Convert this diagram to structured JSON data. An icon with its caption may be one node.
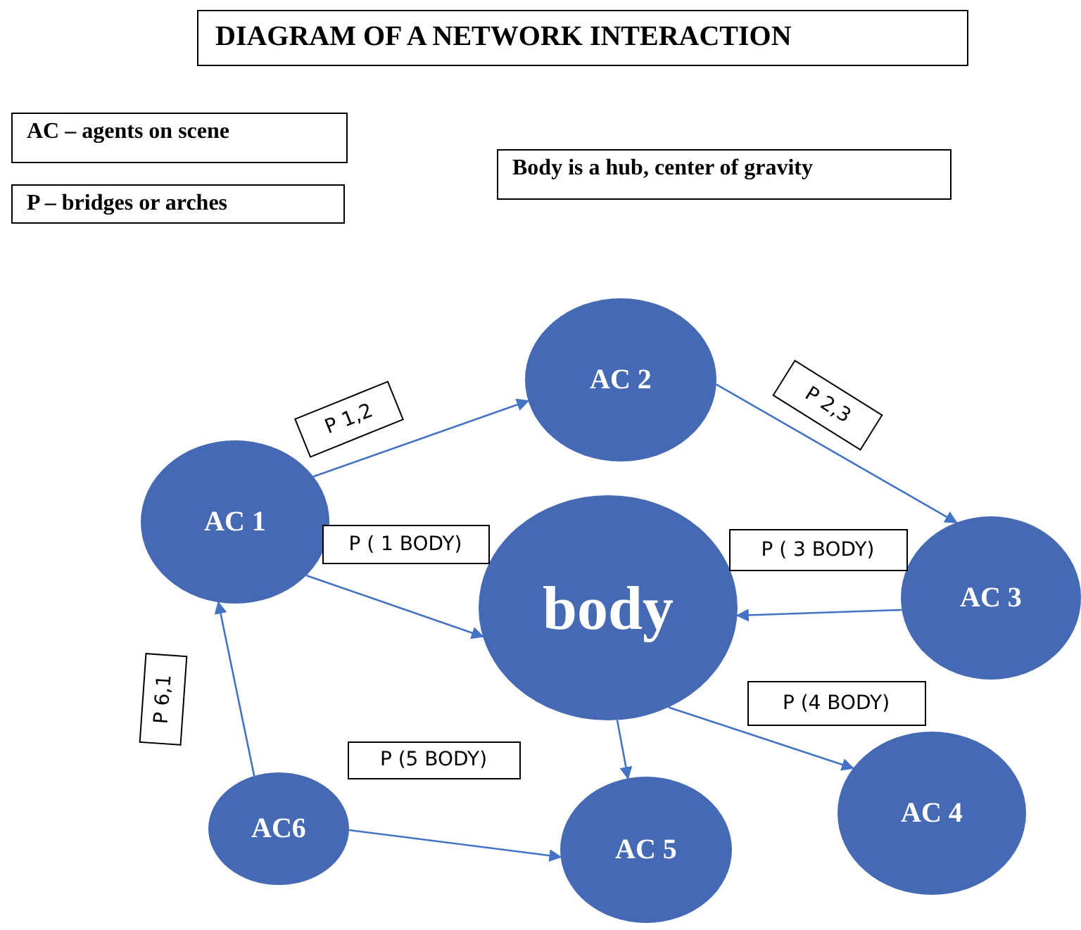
{
  "diagram": {
    "title": "DIAGRAM OF A NETWORK INTERACTION",
    "nodes": [
      {
        "text": [
          "AC – agents on scene"
        ]
      },
      {
        "text": [
          "P – bridges or arches"
        ]
      },
      {
        "text": [
          "Body is a hub, center of gravity"
        ]
      },
      {
        "text": [
          "AC 2"
        ]
      },
      {
        "text": [
          "AC 1"
        ]
      },
      {
        "text": [
          "body"
        ]
      },
      {
        "text": [
          "AC 3"
        ]
      },
      {
        "text": [
          "AC 4"
        ]
      },
      {
        "text": [
          "AC 5"
        ]
      },
      {
        "text": [
          "AC6"
        ]
      }
    ],
    "edges": [
      {
        "from": 4,
        "to": 3,
        "arrow": "to",
        "label": "P 1,2"
      },
      {
        "from": 3,
        "to": 6,
        "arrow": "to",
        "label": "P 2,3"
      },
      {
        "from": 4,
        "to": 5,
        "arrow": "to",
        "label": "P ( 1 BODY)"
      },
      {
        "from": 6,
        "to": 5,
        "arrow": "to",
        "label": "P ( 3 BODY)"
      },
      {
        "from": 5,
        "to": 7,
        "arrow": "to",
        "label": "P (4 BODY)"
      },
      {
        "from": 5,
        "to": 8,
        "arrow": "to"
      },
      {
        "from": 9,
        "to": 8,
        "arrow": "to",
        "label": "P (5 BODY)"
      },
      {
        "from": 9,
        "to": 4,
        "arrow": "to",
        "label": "P 6,1"
      }
    ]
  }
}
